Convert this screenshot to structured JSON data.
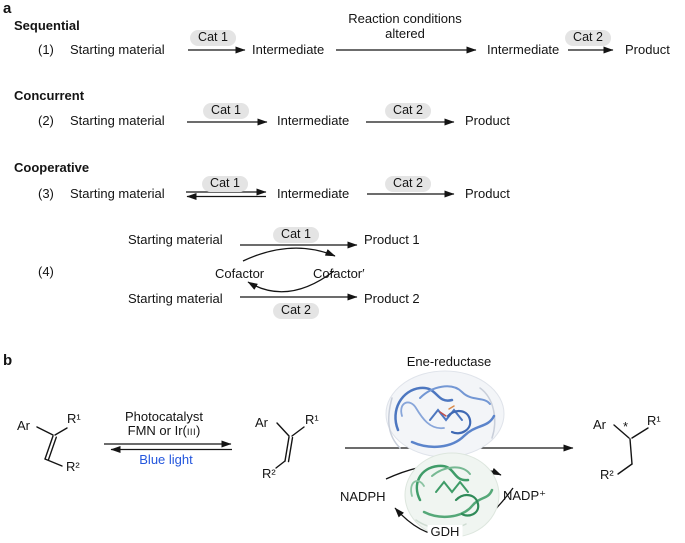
{
  "a": {
    "panel": "a",
    "sec1": "Sequential",
    "sec2": "Concurrent",
    "sec3": "Cooperative",
    "r1": {
      "n": "(1)",
      "sm": "Starting material",
      "c1": "Cat 1",
      "i1": "Intermediate",
      "cond1": "Reaction conditions",
      "cond2": "altered",
      "i2": "Intermediate",
      "c2": "Cat 2",
      "p": "Product"
    },
    "r2": {
      "n": "(2)",
      "sm": "Starting material",
      "c1": "Cat 1",
      "i": "Intermediate",
      "c2": "Cat 2",
      "p": "Product"
    },
    "r3": {
      "n": "(3)",
      "sm": "Starting material",
      "c1": "Cat 1",
      "i": "Intermediate",
      "c2": "Cat 2",
      "p": "Product"
    },
    "r4": {
      "n": "(4)",
      "sm1": "Starting material",
      "c1": "Cat 1",
      "p1": "Product 1",
      "cof": "Cofactor",
      "cofp": "Cofactor′",
      "sm2": "Starting material",
      "c2": "Cat 2",
      "p2": "Product 2"
    }
  },
  "b": {
    "panel": "b",
    "sub": {
      "ar": "Ar",
      "r1": "R¹",
      "r2": "R²"
    },
    "photo1": "Photocatalyst",
    "photo2a": "FMN or Ir(",
    "photo2b": "III",
    "photo2c": ")",
    "light": "Blue light",
    "mid": {
      "ar": "Ar",
      "r1": "R¹",
      "r2": "R²"
    },
    "enzyme": "Ene-reductase",
    "nadph": "NADPH",
    "nadp": "NADP⁺",
    "gdh": "GDH",
    "prod": {
      "ar": "Ar",
      "star": "*",
      "r1": "R¹",
      "r2": "R²"
    }
  },
  "colors": {
    "blue_light_text": "#2356dd",
    "pill_bg": "#e4e4e4",
    "ribbon_blue": "#4d77c0",
    "ribbon_green": "#3f9c68",
    "arrow": "#141414"
  }
}
